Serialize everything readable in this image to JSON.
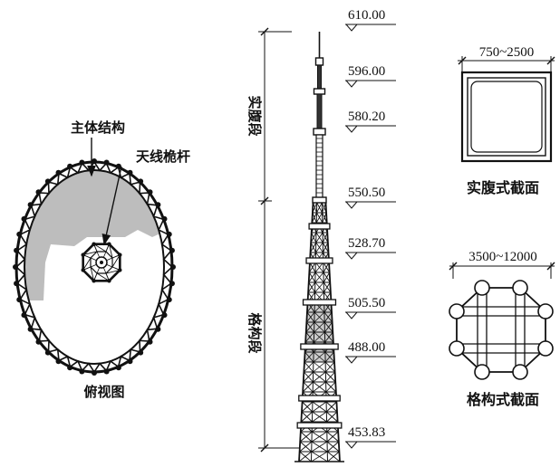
{
  "plan_view": {
    "label_main_structure": "主体结构",
    "label_antenna_mast": "天线桅杆",
    "caption": "俯视图"
  },
  "elevation": {
    "segment_solid": "实腹段",
    "segment_lattice": "格构段",
    "levels": [
      "610.00",
      "596.00",
      "580.20",
      "550.50",
      "528.70",
      "505.50",
      "488.00",
      "453.83"
    ]
  },
  "solid_section": {
    "dimension": "750~2500",
    "caption": "实腹式截面"
  },
  "lattice_section": {
    "dimension": "3500~12000",
    "caption": "格构式截面"
  },
  "colors": {
    "line": "#111111",
    "gray_zone": "#bdbdbd",
    "background": "#ffffff"
  }
}
